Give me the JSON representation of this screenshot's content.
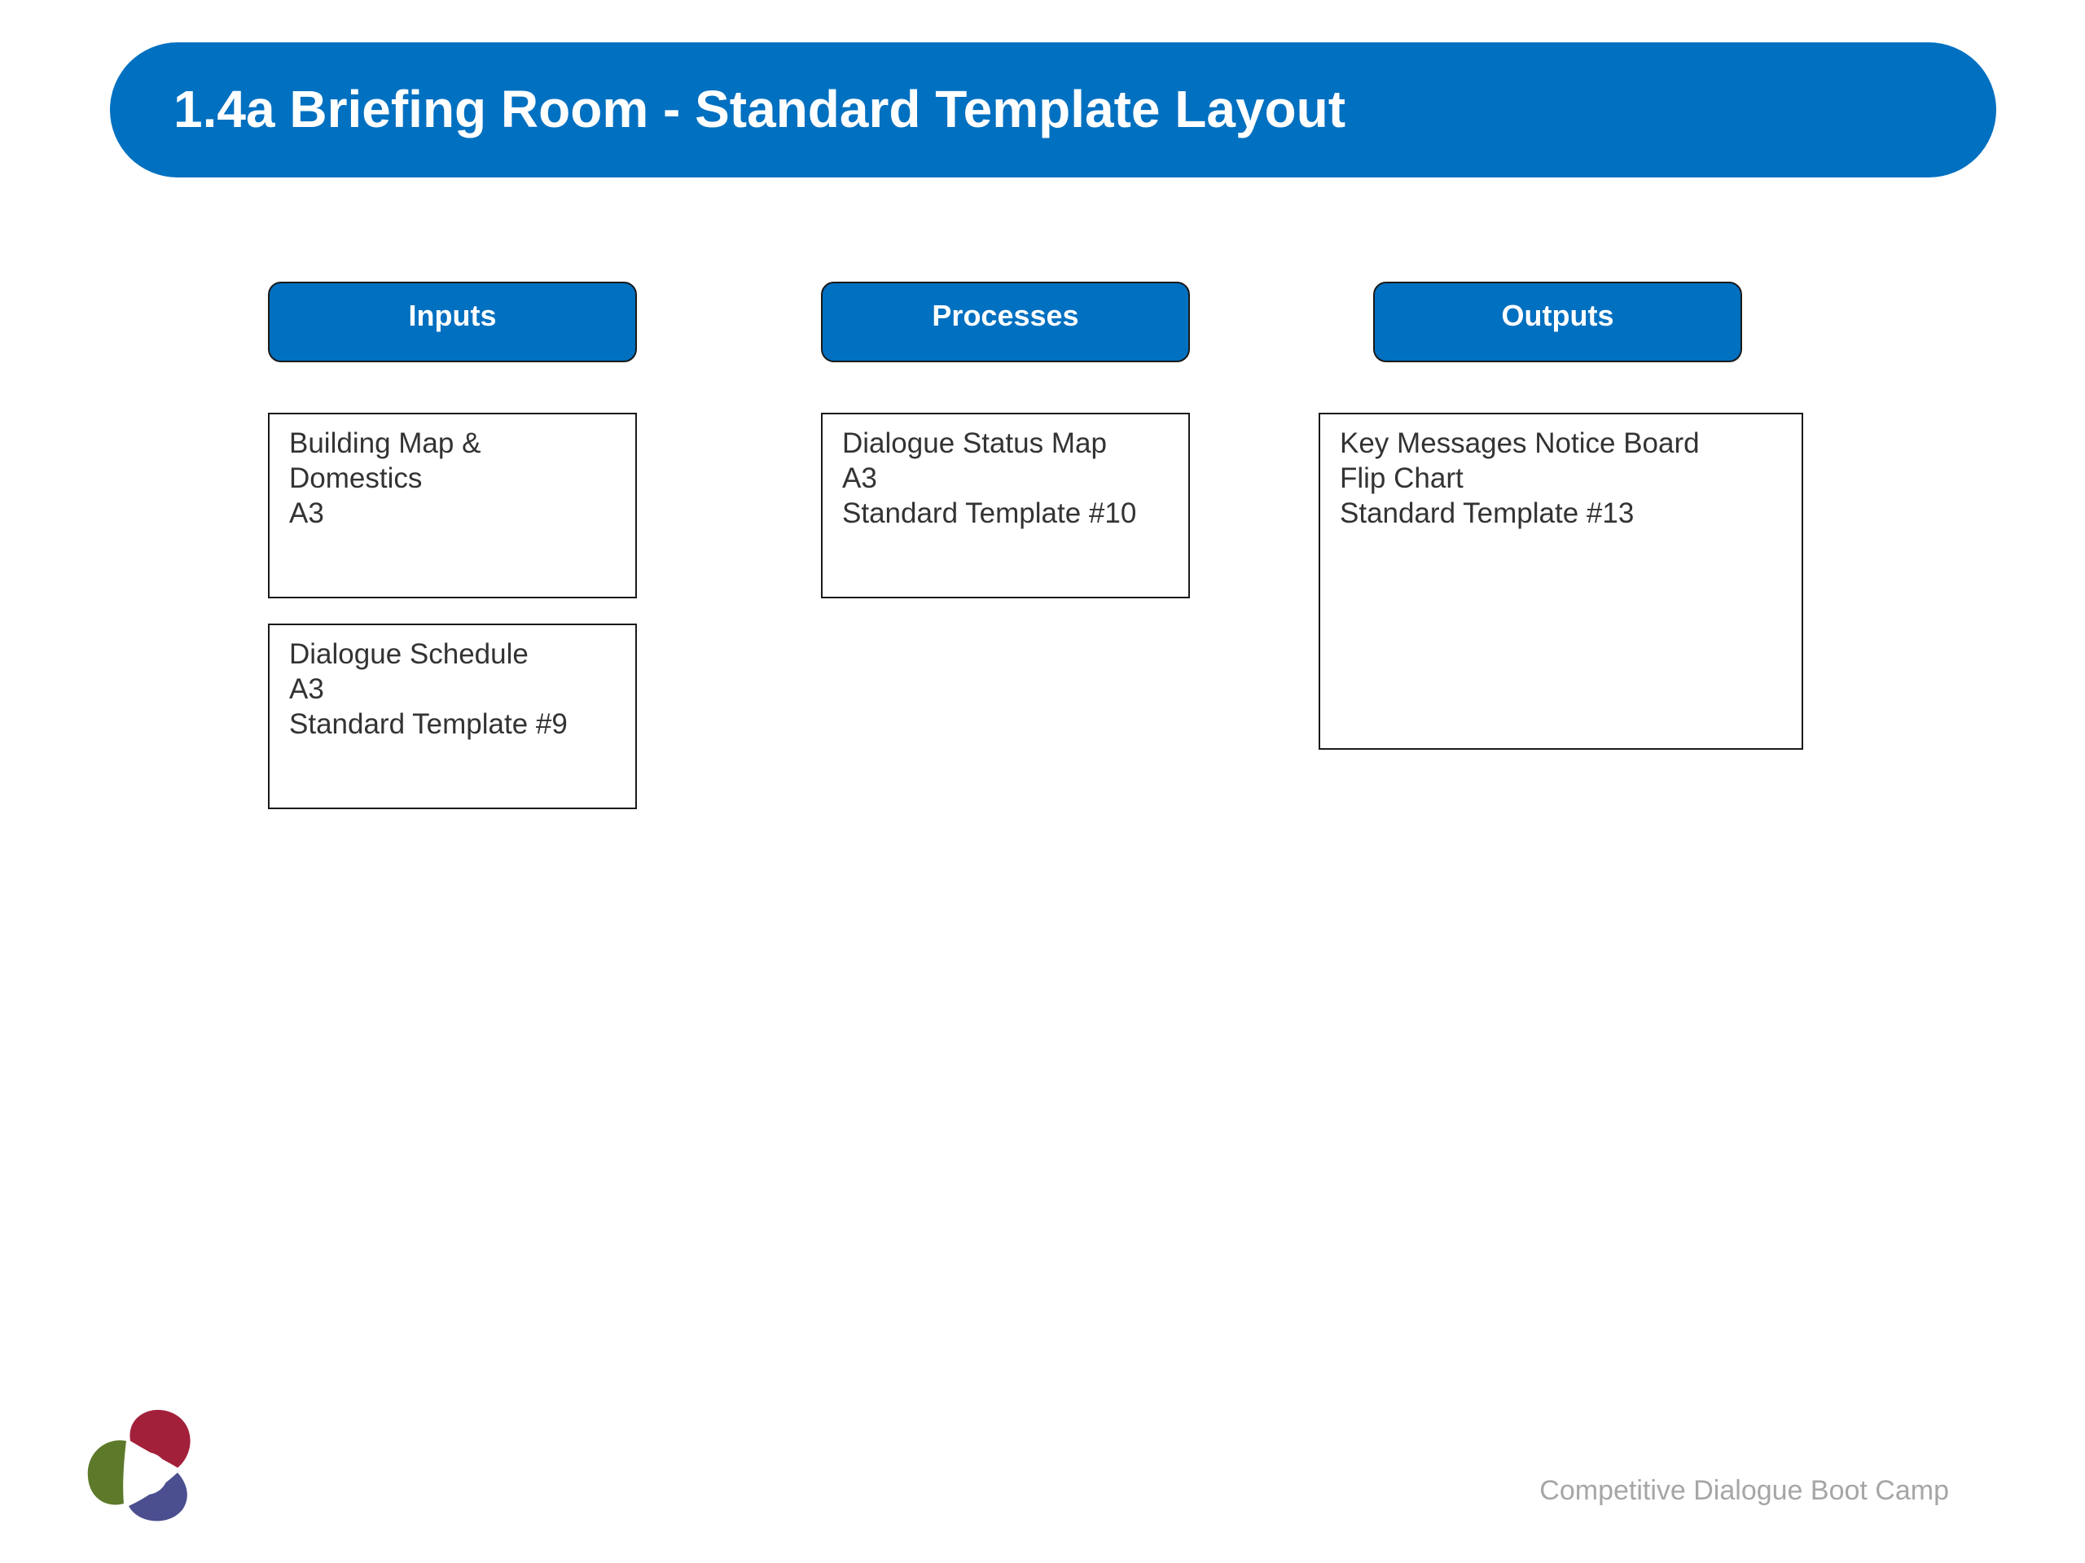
{
  "title": "1.4a Briefing Room - Standard Template Layout",
  "columns": [
    {
      "header": "Inputs",
      "items": [
        {
          "lines": [
            "Building Map &",
            "Domestics",
            "A3"
          ]
        },
        {
          "lines": [
            "Dialogue Schedule",
            "A3",
            "Standard Template #9"
          ]
        }
      ]
    },
    {
      "header": "Processes",
      "items": [
        {
          "lines": [
            "Dialogue Status Map",
            "A3",
            "Standard Template #10"
          ]
        }
      ]
    },
    {
      "header": "Outputs",
      "items": [
        {
          "lines": [
            "Key Messages Notice Board",
            "Flip Chart",
            "Standard Template #13"
          ]
        }
      ]
    }
  ],
  "footer": "Competitive Dialogue Boot Camp",
  "logo": {
    "icon": "three-petal-logo-icon",
    "colors": {
      "top": "#a3203b",
      "left": "#5d7a2a",
      "bottom": "#4b4f8f"
    }
  },
  "colors": {
    "accent": "#0070c0",
    "box_border": "#1a1a1a",
    "body_text": "#333333",
    "footer_text": "#a6a6a6"
  }
}
